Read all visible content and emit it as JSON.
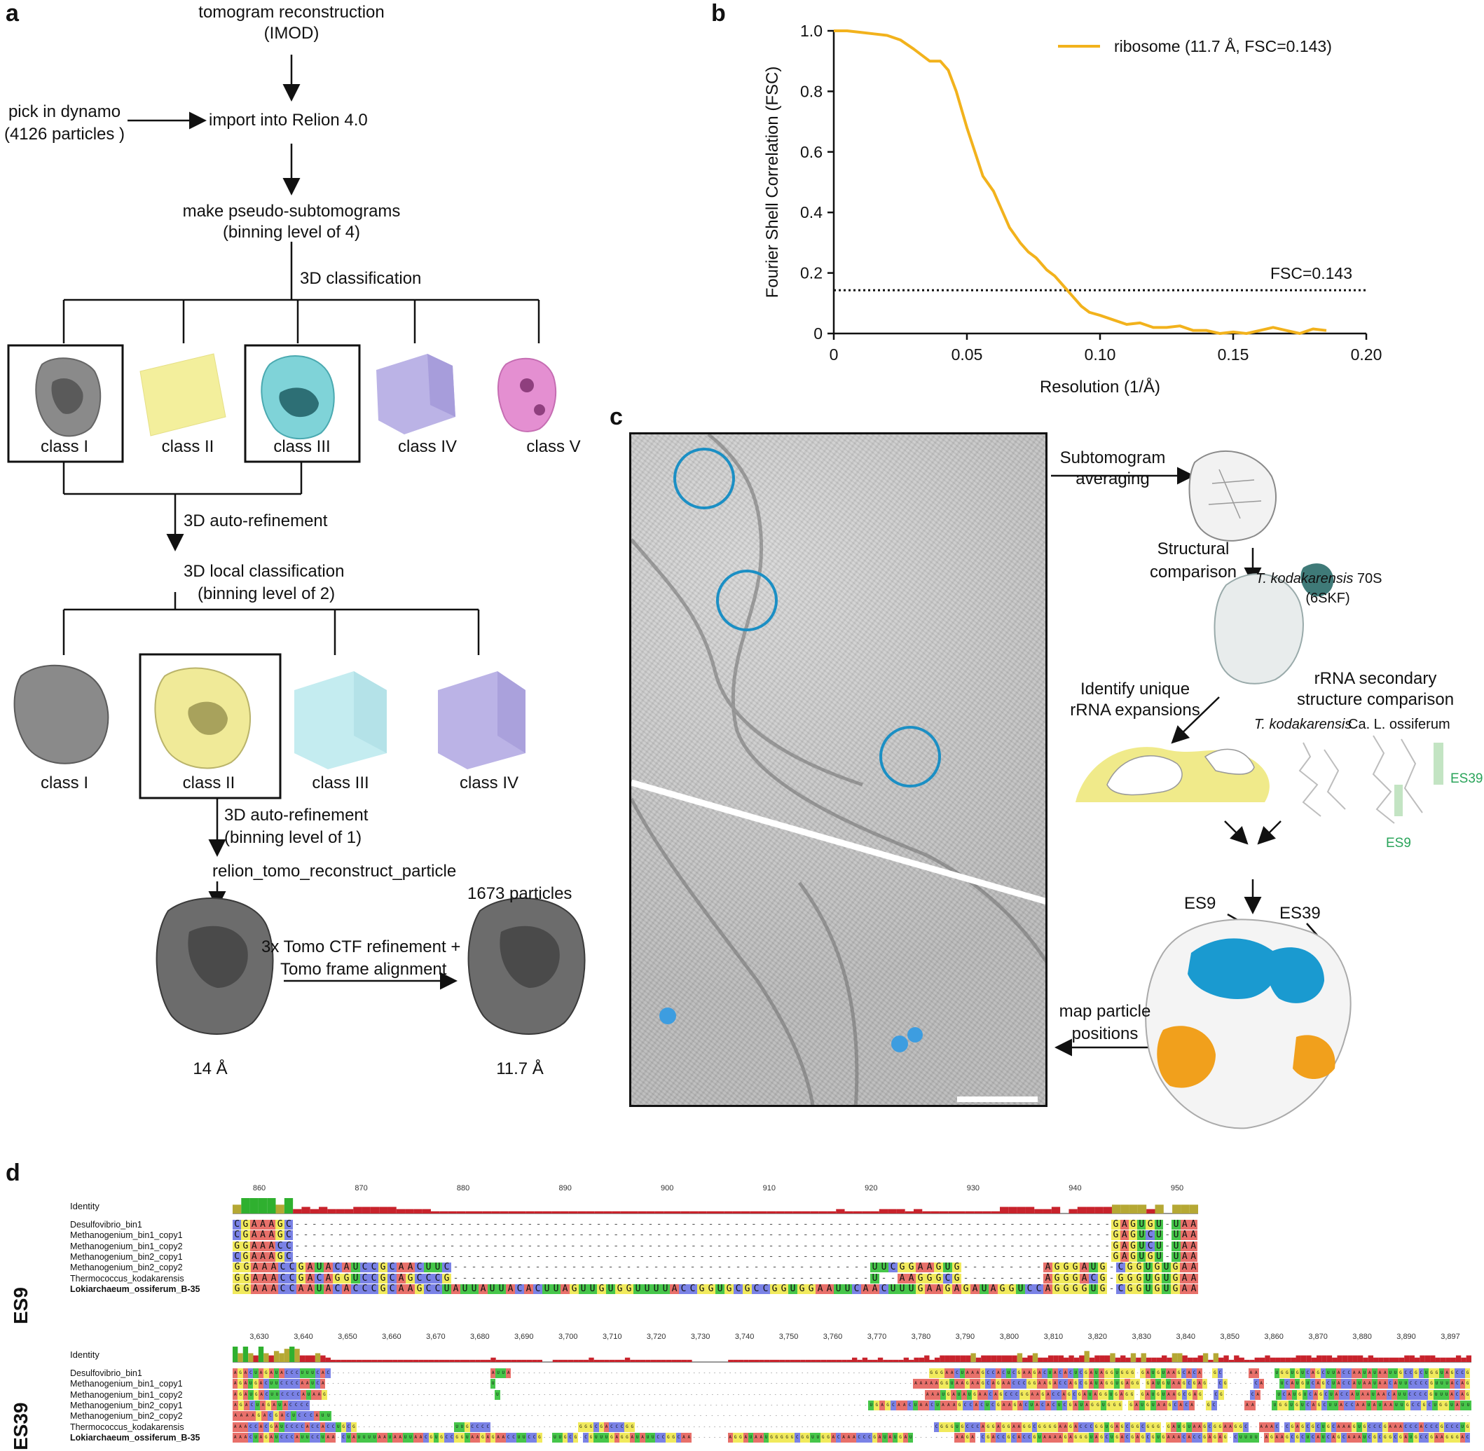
{
  "panels": {
    "a": "a",
    "b": "b",
    "c": "c",
    "d": "d"
  },
  "a": {
    "tomogram": "tomogram reconstruction",
    "imod": "(IMOD)",
    "pick": "pick in dynamo",
    "particles": "(4126 particles )",
    "import": "import into Relion 4.0",
    "make": "make pseudo-subtomograms",
    "bin4": "(binning level of 4)",
    "class3d": "3D classification",
    "classes1": [
      "class I",
      "class II",
      "class III",
      "class IV",
      "class V"
    ],
    "autoref": "3D auto-refinement",
    "local": "3D local classification",
    "bin2": "(binning level of 2)",
    "classes2": [
      "class I",
      "class II",
      "class III",
      "class IV"
    ],
    "autoref2": "3D auto-refinement",
    "bin1": "(binning level of 1)",
    "reconstruct": "relion_tomo_reconstruct_particle",
    "p1673": "1673 particles",
    "ctf": "3x Tomo CTF refinement +",
    "frame": "Tomo frame alignment",
    "res14": "14 Å",
    "res117": "11.7 Å",
    "colors": {
      "grey": "#8a8a8a",
      "yellow": "#f3ef9c",
      "cyan": "#7fd3d8",
      "lavender": "#bbb3e6",
      "pink": "#e48fd1",
      "lightcyan": "#c4ecf0"
    }
  },
  "chart_data": {
    "type": "line",
    "title": "",
    "xlabel": "Resolution (1/Å)",
    "ylabel": "Fourier Shell Correlation (FSC)",
    "xlim": [
      0,
      0.2
    ],
    "ylim": [
      0,
      1.0
    ],
    "xticks": [
      "0",
      "0.05",
      "0.10",
      "0.15",
      "0.20"
    ],
    "yticks": [
      "0",
      "0.2",
      "0.4",
      "0.6",
      "0.8",
      "1.0"
    ],
    "series": [
      {
        "name": "ribosome (11.7 Å, FSC=0.143)",
        "color": "#f2b21c",
        "x": [
          0,
          0.005,
          0.01,
          0.015,
          0.02,
          0.025,
          0.03,
          0.033,
          0.036,
          0.04,
          0.043,
          0.046,
          0.05,
          0.053,
          0.056,
          0.06,
          0.063,
          0.066,
          0.07,
          0.073,
          0.076,
          0.08,
          0.083,
          0.086,
          0.09,
          0.093,
          0.096,
          0.1,
          0.105,
          0.11,
          0.115,
          0.12,
          0.125,
          0.13,
          0.135,
          0.14,
          0.145,
          0.15,
          0.155,
          0.16,
          0.165,
          0.17,
          0.175,
          0.18,
          0.185
        ],
        "y": [
          1.0,
          1.0,
          0.995,
          0.99,
          0.985,
          0.97,
          0.94,
          0.92,
          0.9,
          0.9,
          0.87,
          0.8,
          0.68,
          0.6,
          0.52,
          0.47,
          0.41,
          0.35,
          0.3,
          0.27,
          0.25,
          0.21,
          0.19,
          0.16,
          0.12,
          0.09,
          0.07,
          0.06,
          0.045,
          0.03,
          0.035,
          0.02,
          0.02,
          0.025,
          0.01,
          0.01,
          0.0,
          0.005,
          0.0,
          0.01,
          0.02,
          0.01,
          0.0,
          0.015,
          0.01
        ]
      }
    ],
    "threshold": {
      "y": 0.143,
      "label": "FSC=0.143"
    },
    "legend": "top-right",
    "grid": false
  },
  "c": {
    "sub1": "Subtomogram",
    "sub2": "averaging",
    "struct1": "Structural",
    "struct2": "comparison",
    "tk": "T. kodakarensis",
    "tk70": " 70S",
    "pdb": "(6SKF)",
    "ident1": "Identify unique",
    "ident2": "rRNA expansions",
    "rrna1": "rRNA secondary",
    "rrna2": "structure comparison",
    "tk2": "T.  kodakarensis",
    "lok": "Ca. L. ossiferum",
    "es39": "ES39",
    "es9": "ES9",
    "map1": "map particle",
    "map2": "positions"
  },
  "d": {
    "es9": {
      "label": "ES9",
      "identity": "Identity",
      "ticks": [
        "860",
        "870",
        "880",
        "890",
        "900",
        "910",
        "920",
        "930",
        "940",
        "950"
      ],
      "rows": [
        {
          "name": "Desulfovibrio_bin1",
          "seq": "CGAAAGC-----------------------------------------------------------------------------------------------GAGUGU-UAA"
        },
        {
          "name": "Methanogenium_bin1_copy1",
          "seq": "CGAAAGC-----------------------------------------------------------------------------------------------GAGUCU-UAA"
        },
        {
          "name": "Methanogenium_bin1_copy2",
          "seq": "GGAAACC-----------------------------------------------------------------------------------------------GAGUCU-UAA"
        },
        {
          "name": "Methanogenium_bin2_copy1",
          "seq": "CGAAAGC-----------------------------------------------------------------------------------------------GAGUGU-UAA"
        },
        {
          "name": "Methanogenium_bin2_copy2",
          "seq": "GGAAACCGAUACAUCCGCAACUUC----------------------------------------------UUCGGAAGUG---------AGGGAUG-CGGUGUGAA"
        },
        {
          "name": "Thermococcus_kodakarensis",
          "seq": "GGAAACCGACAGGUCCGCAGCCCG----------------------------------------------U--AAGGGCG---------AGGGACG-GGGUGUGAA"
        },
        {
          "name": "Lokiarchaeum_ossiferum_B-35",
          "seq": "GGAAACCAAUACACCCGCAAGCCUAUUAUUACACUUAGUUGUGGUUUUACCGGUGCGCCGGUGGAAUUCAACUUUGAAGAGAUAGGUCCAGGGGUG-CGGUGUGAA"
        }
      ]
    },
    "es39": {
      "label": "ES39",
      "identity": "Identity",
      "ticks": [
        "3,630",
        "3,640",
        "3,650",
        "3,660",
        "3,670",
        "3,680",
        "3,690",
        "3,700",
        "3,710",
        "3,720",
        "3,730",
        "3,740",
        "3,750",
        "3,760",
        "3,770",
        "3,780",
        "3,790",
        "3,800",
        "3,810",
        "3,820",
        "3,830",
        "3,840",
        "3,850",
        "3,860",
        "3,870",
        "3,880",
        "3,890",
        "3,897"
      ],
      "rows": [
        {
          "name": "Desulfovibrio_bin1",
          "seq": "AGACUAGAUACCCUUUCAC-------------------------------AUUA---------------------------------------------------------------------------------GGGAACUAAAGCCACUCGAAGACUACACUCGAUAGGUGGG-GAUGUAAGCACA--GC-----AA---UGGUGUCAGCUUACCAAUAUAAUUGCCGCUGGUAGCCG"
        },
        {
          "name": "Methanogenium_bin1_copy1",
          "seq": "AGAUGACUUCCCCAAUCA--------------------------------U---------------------------------------------------------------------------------AAAAAGGUAAGAAGCAGAACCCGGAAGACCAGCGAUAGGUGAGG-GAUGUAAGCGAG--CG-----CA---UCAUGUCAGCUACCAUAAUAACAUUCCCCGUUUACAG"
        },
        {
          "name": "Methanogenium_bin1_copy2",
          "seq": "AGAUGACUUCCCCAUAAG--------------------------------U---------------------------------------------------------------------------------AAAUGAUAUGAACAGCCCGGAAGACCAGCGAUAGGUGAGG-GAUGUAAGCGAG--CG-----CA---UCAUGUCAGCUACCAUAAUAACAUUCCCCGUUUACAG"
        },
        {
          "name": "Methanogenium_bin2_copy1",
          "seq": "AGACUAGAUACCCC-----------------------------------------------------------------------------------------------------UGAGCAACUAACUAAAGCCACUCGAAGACUACACUCGAUAGGUGGG-GAUGUAAGCACA--GC-----AA---UGGUGUCAGCUUACCAAUAUAAUUGCCGCUGGUAUU"
        },
        {
          "name": "Methanogenium_bin2_copy2",
          "seq": "AAAAGACGACUCCCAUU----------------------------------------------------------------------------------------------------------------------------------------------------------------------------------------------------"
        },
        {
          "name": "Thermococcus_kodakarensis",
          "seq": "AAACCACGAUCCCCACCACCUGCG-------------------UUGCCCC-----------------GGGCGACCCGG----------------------------------------------------------CGGGUGCCCAGGAGGAAGGCGGGGAAGACCCGGUGAGCGGCGGG-GAUGUAAGCGGAAGGC--AAAC-CGAGCGCUGCAAAGUGCCCGAAACCCACCCGCCCUG"
        },
        {
          "name": "Lokiarchaeum_ossiferum_B-35",
          "seq": "AAACUAGAUCCCAUUCCUAA-CUAUUUUAAUAAUUAACGUGCCGGUAAGAGAACCUUCCG--UUGCG-CGUUUGAGGAUAUUCCGGCAA-------AGGAUAAUGGGGGCGGUUGGACAAACCCGAUAUGAU--------AAGA-CGACCGCACCGUAAAAGAGGGUAGCUGACGAGCGUGAAACACCGAGAG-CUUUU-AGAAGCGCUCAUCAGCAAAUCGCGGCGAUGCCGAAGGGAC"
        }
      ]
    }
  }
}
